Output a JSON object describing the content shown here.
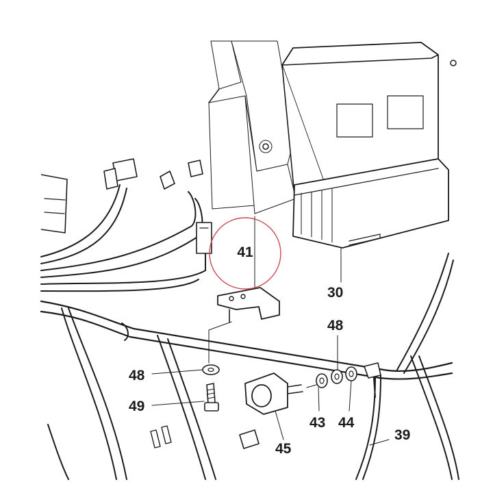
{
  "diagram": {
    "highlight_color": "#c94a55",
    "line_color": "#1a1a1a",
    "callouts": [
      {
        "id": "41",
        "text": "41",
        "highlighted": true
      },
      {
        "id": "30",
        "text": "30"
      },
      {
        "id": "48a",
        "text": "48"
      },
      {
        "id": "48b",
        "text": "48"
      },
      {
        "id": "49",
        "text": "49"
      },
      {
        "id": "43",
        "text": "43"
      },
      {
        "id": "44",
        "text": "44"
      },
      {
        "id": "45",
        "text": "45"
      },
      {
        "id": "39",
        "text": "39"
      }
    ]
  }
}
